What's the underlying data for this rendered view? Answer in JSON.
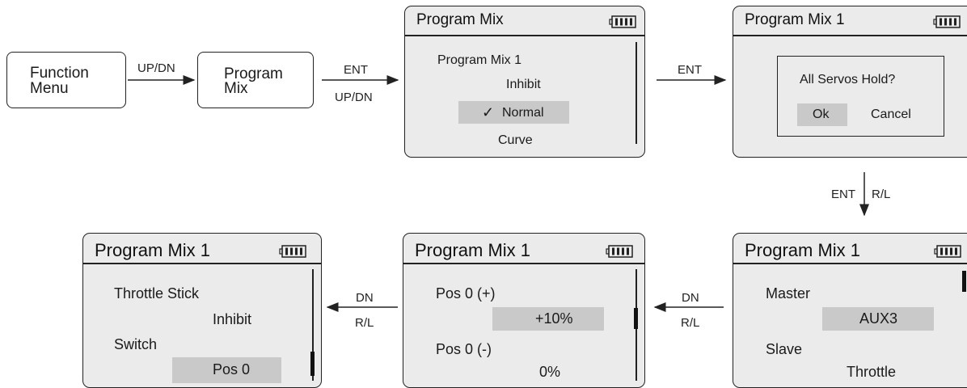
{
  "function_menu": {
    "line1": "Function",
    "line2": "Menu"
  },
  "program_mix_box": {
    "line1": "Program",
    "line2": "Mix"
  },
  "arrows": {
    "a1_top": "UP/DN",
    "a2_top": "ENT",
    "a2_bottom": "UP/DN",
    "a3_top": "ENT",
    "a4_left": "ENT",
    "a4_right": "R/L",
    "a5_top": "DN",
    "a5_bottom": "R/L",
    "a6_top": "DN",
    "a6_bottom": "R/L"
  },
  "screen_mix_select": {
    "title": "Program Mix",
    "heading": "Program Mix  1",
    "options": [
      "Inhibit",
      "Normal",
      "Curve"
    ],
    "selected_mark": "✓"
  },
  "screen_hold": {
    "title": "Program Mix  1",
    "question": "All Servos Hold?",
    "ok": "Ok",
    "cancel": "Cancel"
  },
  "screen_master": {
    "title": "Program Mix  1",
    "master_label": "Master",
    "master_value": "AUX3",
    "slave_label": "Slave",
    "slave_value": "Throttle"
  },
  "screen_pos": {
    "title": "Program Mix  1",
    "pos_plus_label": "Pos 0 (+)",
    "pos_plus_value": "+10%",
    "pos_minus_label": "Pos 0 (-)",
    "pos_minus_value": "0%"
  },
  "screen_switch": {
    "title": "Program Mix  1",
    "stick_label": "Throttle Stick",
    "stick_value": "Inhibit",
    "switch_label": "Switch",
    "switch_value": "Pos 0"
  }
}
